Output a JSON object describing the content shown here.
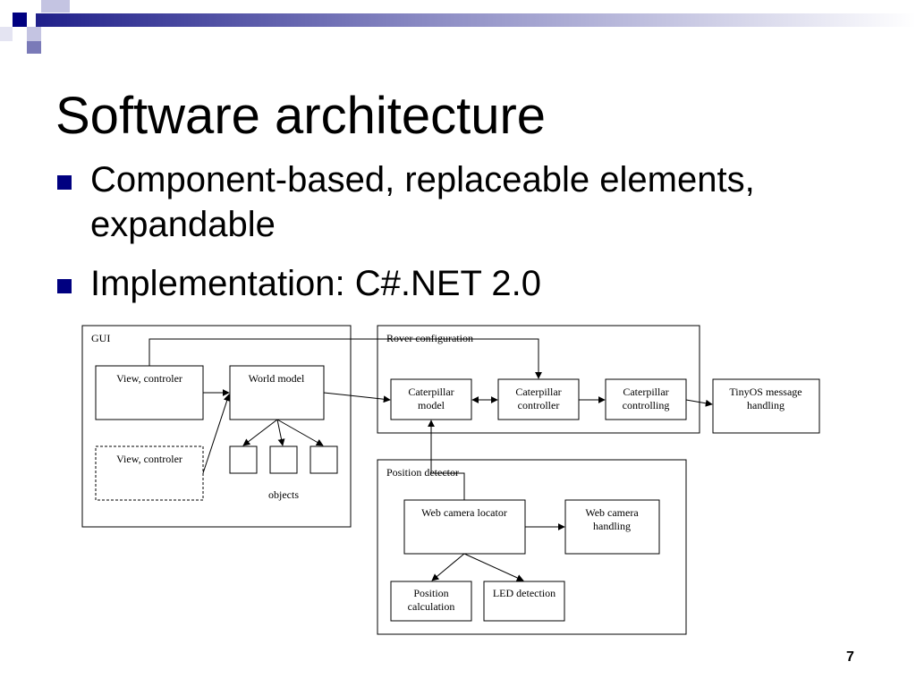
{
  "slide": {
    "title": "Software architecture",
    "bullets": [
      {
        "text": "Component-based, replaceable elements, expandable"
      },
      {
        "text": "Implementation: C#.NET 2.0"
      }
    ],
    "page_number": "7",
    "bullet_color": "#000080"
  },
  "diagram": {
    "groups": {
      "gui": "GUI",
      "rover": "Rover configuration",
      "position": "Position detector"
    },
    "boxes": {
      "view_controller_1": "View, controler",
      "view_controller_2": "View, controler",
      "world_model": "World model",
      "objects_label": "objects",
      "caterpillar_model": [
        "Caterpillar",
        "model"
      ],
      "caterpillar_controller": [
        "Caterpillar",
        "controller"
      ],
      "caterpillar_controlling": [
        "Caterpillar",
        "controlling"
      ],
      "tinyos": [
        "TinyOS message",
        "handling"
      ],
      "web_camera_locator": "Web camera locator",
      "web_camera_handling": [
        "Web camera",
        "handling"
      ],
      "position_calculation": [
        "Position",
        "calculation"
      ],
      "led_detection": "LED detection"
    }
  }
}
